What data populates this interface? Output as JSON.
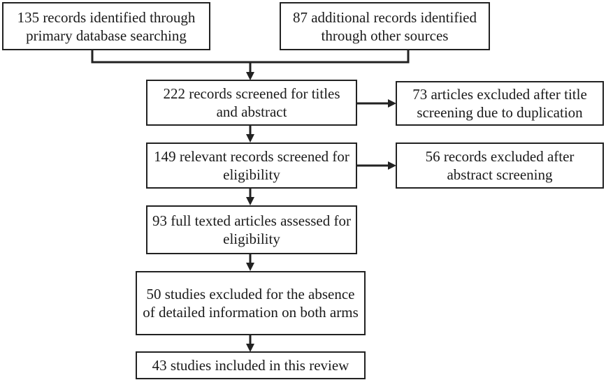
{
  "flowchart": {
    "primary_search": "135 records identified through primary database searching",
    "other_sources": "87 additional records identified through other sources",
    "screened": "222 records screened for titles and abstract",
    "excluded_duplicates": "73 articles excluded after title screening due to duplication",
    "eligibility": "149 relevant records screened for eligibility",
    "excluded_abstract": "56 records excluded after abstract screening",
    "full_text": "93 full texted articles assessed for eligibility",
    "excluded_no_info": "50 studies excluded for the absence of detailed information on both arms",
    "included": "43 studies included in this review"
  }
}
